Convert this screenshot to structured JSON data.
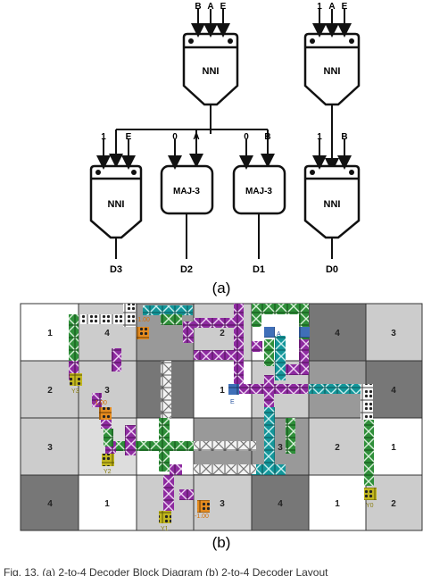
{
  "panel_a": {
    "label": "(a)",
    "gates": {
      "nni_top_left": {
        "title": "NNI",
        "inputs": [
          "B",
          "A",
          "E"
        ]
      },
      "nni_top_right": {
        "title": "NNI",
        "inputs": [
          "1",
          "A",
          "E"
        ]
      },
      "nni_left": {
        "title": "NNI",
        "inputs": [
          "1",
          "E"
        ],
        "output": "D3"
      },
      "maj_left": {
        "title": "MAJ-3",
        "inputs": [
          "0",
          "A"
        ],
        "output": "D2"
      },
      "maj_right": {
        "title": "MAJ-3",
        "inputs": [
          "0",
          "B"
        ],
        "output": "D1"
      },
      "nni_right": {
        "title": "NNI",
        "inputs": [
          "1",
          "B"
        ],
        "output": "D0"
      }
    }
  },
  "panel_b": {
    "label": "(b)",
    "zone_numbers": [
      [
        "1",
        "4",
        "",
        "2",
        "",
        "4",
        "3"
      ],
      [
        "2",
        "3",
        "",
        "1",
        "",
        "",
        "4"
      ],
      [
        "3",
        "",
        "",
        "3",
        "2",
        "1",
        ""
      ],
      [
        "4",
        "1",
        "",
        "3",
        "4",
        "1",
        "2"
      ]
    ],
    "port_labels": {
      "y3": "Y3",
      "y2": "Y2",
      "y1": "Y1",
      "y0": "Y0",
      "e": "E",
      "a": "A"
    },
    "value_labels": {
      "v1": "-1.00",
      "v2": "-1.00",
      "v3": "-1.00"
    }
  },
  "caption_fragment": "Fig. 13. (a) 2-to-4 Decoder Block Diagram (b) 2-to-4 Decoder Layout"
}
